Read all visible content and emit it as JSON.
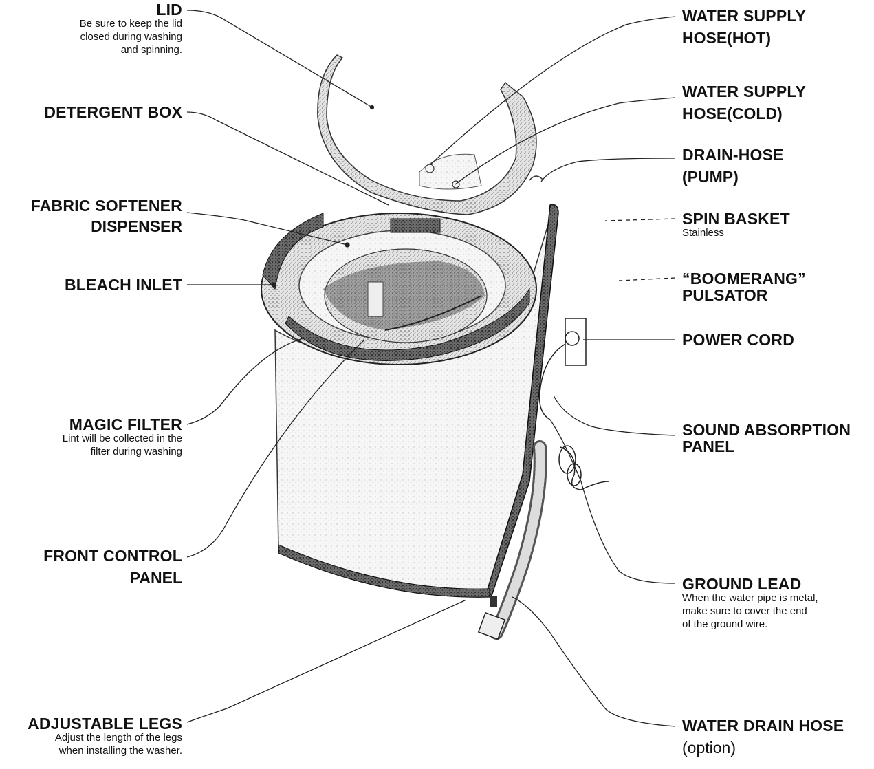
{
  "labels": {
    "lid": {
      "title": "LID",
      "note1": "Be sure to keep the lid",
      "note2": "closed during washing",
      "note3": "and spinning."
    },
    "detergent_box": {
      "title": "DETERGENT BOX"
    },
    "fabric_softener": {
      "title1": "FABRIC SOFTENER",
      "title2": "DISPENSER"
    },
    "bleach_inlet": {
      "title": "BLEACH INLET"
    },
    "magic_filter": {
      "title": "MAGIC FILTER",
      "note1": "Lint will be collected in the",
      "note2": "filter during washing"
    },
    "front_control_panel": {
      "title1": "FRONT CONTROL",
      "title2": "PANEL"
    },
    "adjustable_legs": {
      "title": "ADJUSTABLE LEGS",
      "note1": "Adjust the length of the legs",
      "note2": "when installing the washer."
    },
    "water_supply_hot": {
      "title1": "WATER SUPPLY",
      "title2": "HOSE(HOT)"
    },
    "water_supply_cold": {
      "title1": "WATER SUPPLY",
      "title2": "HOSE(COLD)"
    },
    "drain_hose_pump": {
      "title1": "DRAIN-HOSE",
      "title2": "(PUMP)"
    },
    "spin_basket": {
      "title": "SPIN BASKET",
      "note": "Stainless"
    },
    "pulsator": {
      "title1": "“BOOMERANG”",
      "title2": "PULSATOR"
    },
    "power_cord": {
      "title": "POWER CORD"
    },
    "sound_absorption": {
      "title1": "SOUND ABSORPTION",
      "title2": "PANEL"
    },
    "ground_lead": {
      "title": "GROUND LEAD",
      "note1": "When the water pipe is metal,",
      "note2": "make sure to cover the end",
      "note3": "of the ground wire."
    },
    "water_drain_hose": {
      "title": "WATER DRAIN HOSE",
      "note": "(option)"
    }
  }
}
